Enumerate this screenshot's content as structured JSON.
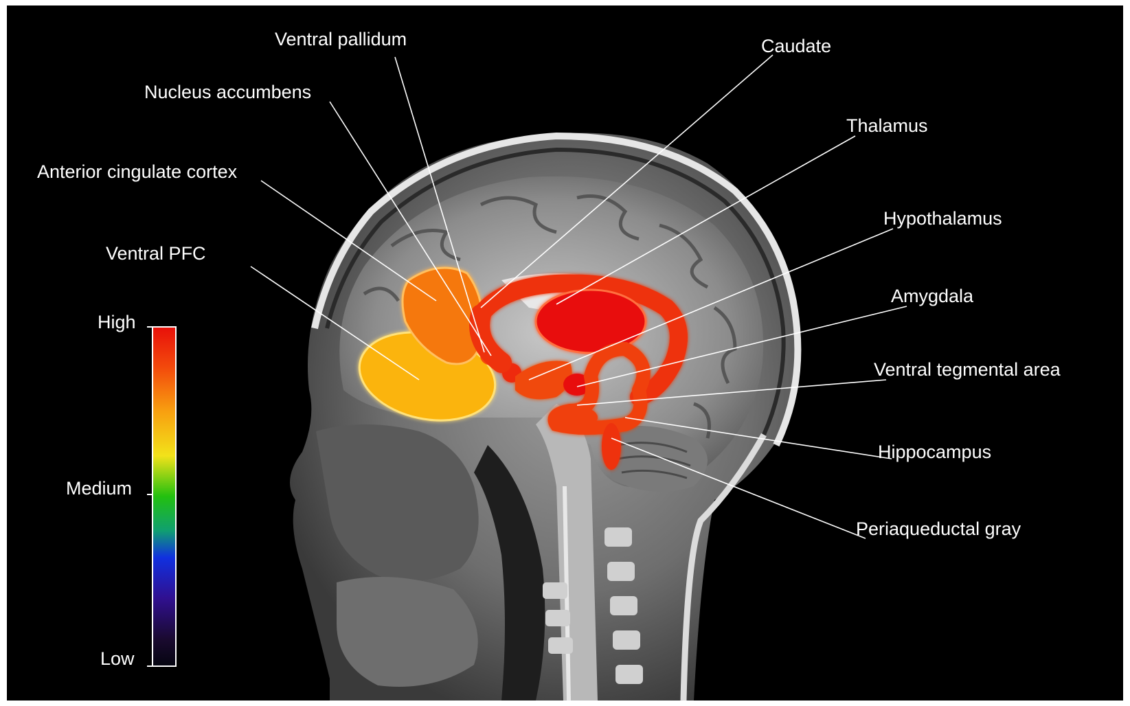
{
  "regions": {
    "ventral_pallidum": "Ventral pallidum",
    "caudate": "Caudate",
    "nucleus_accumbens": "Nucleus accumbens",
    "thalamus": "Thalamus",
    "anterior_cingulate_cortex": "Anterior cingulate cortex",
    "hypothalamus": "Hypothalamus",
    "ventral_pfc": "Ventral PFC",
    "amygdala": "Amygdala",
    "ventral_tegmental_area": "Ventral tegmental area",
    "hippocampus": "Hippocampus",
    "periaqueductal_gray": "Periaqueductal gray"
  },
  "scale": {
    "high": "High",
    "medium": "Medium",
    "low": "Low"
  },
  "colors": {
    "background": "#000000",
    "high": "#e8100a",
    "mid_high": "#f56a0c",
    "mid": "#fbb40e",
    "medium": "#22c00f",
    "low": "#1a0a30"
  }
}
